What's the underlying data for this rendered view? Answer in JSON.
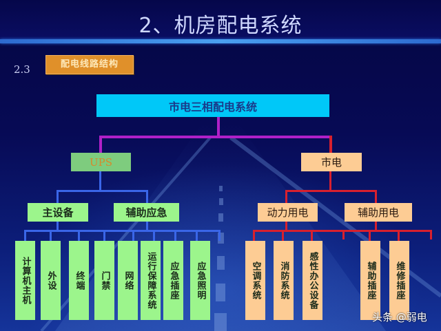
{
  "slide": {
    "title": "2、机房配电系统",
    "section_number": "2.3",
    "section_label": "配电线路结构"
  },
  "diagram": {
    "root": {
      "label": "市电三相配电系统",
      "color": "#00c8f8"
    },
    "branches": [
      {
        "label": "UPS",
        "color": "#7ecc7e",
        "line_color": "#3a66e8",
        "groups": [
          {
            "label": "主设备"
          },
          {
            "label": "辅助应急"
          }
        ],
        "leaves": [
          "计算机主机",
          "外设",
          "终端",
          "门禁",
          "网络",
          "运行保障系统",
          "应急插座",
          "应急照明"
        ]
      },
      {
        "label": "市电",
        "color": "#fdcc94",
        "line_color": "#d8202e",
        "groups": [
          {
            "label": "动力用电"
          },
          {
            "label": "辅助用电"
          }
        ],
        "leaves": [
          "空调系统",
          "消防系统",
          "感性办公设备",
          "辅助插座",
          "维修插座"
        ]
      }
    ],
    "connector_color": "#b020c8"
  },
  "watermark": "头条 @弱电"
}
